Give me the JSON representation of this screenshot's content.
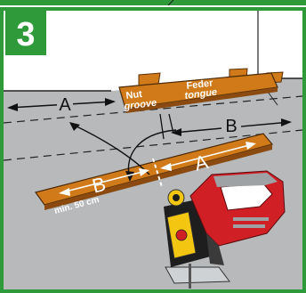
{
  "step": {
    "number": "3"
  },
  "labels": {
    "a_top": "A",
    "b_right": "B",
    "a_plank": "A",
    "b_plank": "B",
    "nut": "Nut",
    "groove": "groove",
    "feder": "Feder",
    "tongue": "tongue",
    "min": "min. 50 cm"
  },
  "colors": {
    "frame_green": "#2e9a3a",
    "floor_gray": "#b7b9bb",
    "wood_orange": "#d07a1a",
    "saw_red": "#d11f26",
    "saw_yellow": "#f3c612",
    "saw_black": "#1e1e1e"
  }
}
